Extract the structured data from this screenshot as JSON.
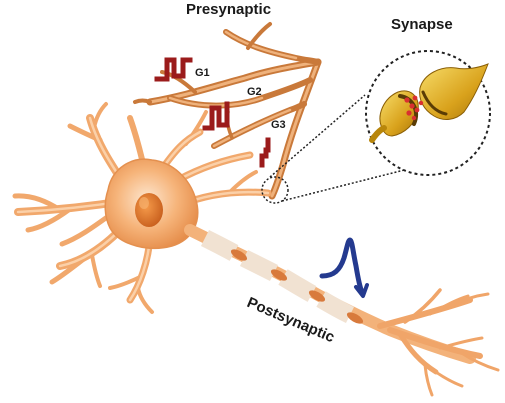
{
  "labels": {
    "presynaptic": "Presynaptic",
    "synapse": "Synapse",
    "postsynaptic": "Postsynaptic",
    "g1": "G1",
    "g2": "G2",
    "g3": "G3"
  },
  "colors": {
    "background": "#ffffff",
    "neuron_body": "#f6b47a",
    "neuron_light": "#fbd9b6",
    "neuron_dark": "#e08a45",
    "nucleus": "#e3782c",
    "myelin": "#f3e3d3",
    "node": "#d87a3c",
    "presynaptic_fiber": "#d98c4c",
    "pulse_red": "#9b1b1b",
    "pulse_blue": "#243a8f",
    "synapse_gold": "#d9a21c",
    "synapse_gold_light": "#f1cf55",
    "vesicle": "#d93030",
    "text": "#1a1a1a"
  },
  "icons": {
    "input_pulses": "red-square-pulse-icon",
    "output_spike": "blue-spike-icon"
  }
}
